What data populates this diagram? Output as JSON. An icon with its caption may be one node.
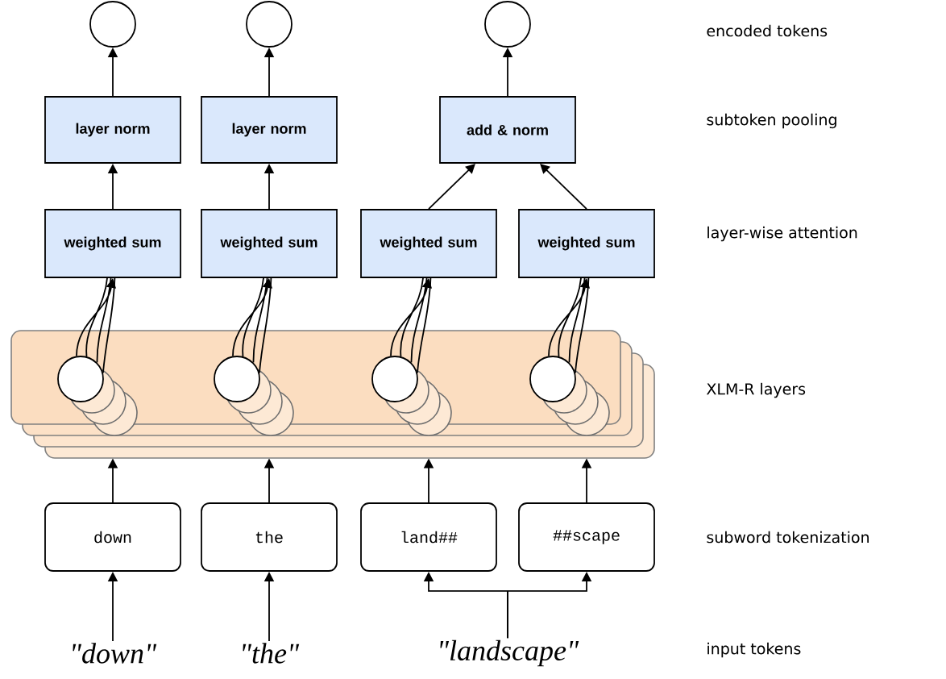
{
  "diagram": {
    "nodes": [
      {
        "text": [],
        "shape": "circle"
      },
      {
        "text": [],
        "shape": "circle"
      },
      {
        "text": [],
        "shape": "circle"
      },
      {
        "text": [
          "layer norm"
        ]
      },
      {
        "text": [
          "layer norm"
        ]
      },
      {
        "text": [
          "add & norm"
        ]
      },
      {
        "text": [
          "weighted sum"
        ]
      },
      {
        "text": [
          "weighted sum"
        ]
      },
      {
        "text": [
          "weighted sum"
        ]
      },
      {
        "text": [
          "weighted sum"
        ]
      },
      {
        "text": [],
        "shape": "box"
      },
      {
        "text": [],
        "shape": "circle",
        "in": 10
      },
      {
        "text": [],
        "shape": "circle",
        "in": 10
      },
      {
        "text": [],
        "shape": "circle",
        "in": 10
      },
      {
        "text": [],
        "shape": "circle",
        "in": 10
      },
      {
        "text": [
          "down"
        ]
      },
      {
        "text": [
          "the"
        ]
      },
      {
        "text": [
          "land##"
        ]
      },
      {
        "text": [
          "##scape"
        ]
      },
      {
        "text": [
          "\"down\""
        ]
      },
      {
        "text": [
          "\"the\""
        ]
      },
      {
        "text": [
          "\"landscape\""
        ]
      }
    ],
    "edges": [
      {
        "from": 3,
        "to": 0,
        "arrow": "to"
      },
      {
        "from": 4,
        "to": 1,
        "arrow": "to"
      },
      {
        "from": 5,
        "to": 2,
        "arrow": "to"
      },
      {
        "from": 6,
        "to": 3,
        "arrow": "to"
      },
      {
        "from": 7,
        "to": 4,
        "arrow": "to"
      },
      {
        "from": 8,
        "to": 5,
        "arrow": "to"
      },
      {
        "from": 9,
        "to": 5,
        "arrow": "to"
      },
      {
        "from": 11,
        "to": 6,
        "arrow": "to"
      },
      {
        "from": 12,
        "to": 7,
        "arrow": "to"
      },
      {
        "from": 13,
        "to": 8,
        "arrow": "to"
      },
      {
        "from": 14,
        "to": 9,
        "arrow": "to"
      },
      {
        "from": 15,
        "to": 10,
        "arrow": "to"
      },
      {
        "from": 16,
        "to": 10,
        "arrow": "to"
      },
      {
        "from": 17,
        "to": 10,
        "arrow": "to"
      },
      {
        "from": 18,
        "to": 10,
        "arrow": "to"
      },
      {
        "from": 19,
        "to": 15,
        "arrow": "to"
      },
      {
        "from": 20,
        "to": 16,
        "arrow": "to"
      },
      {
        "from": 21,
        "to": 17,
        "arrow": "to"
      },
      {
        "from": 21,
        "to": 18,
        "arrow": "to"
      }
    ],
    "labels": [
      "encoded tokens",
      "subtoken pooling",
      "layer-wise attention",
      "XLM-R layers",
      "subword tokenization",
      "input tokens"
    ]
  }
}
